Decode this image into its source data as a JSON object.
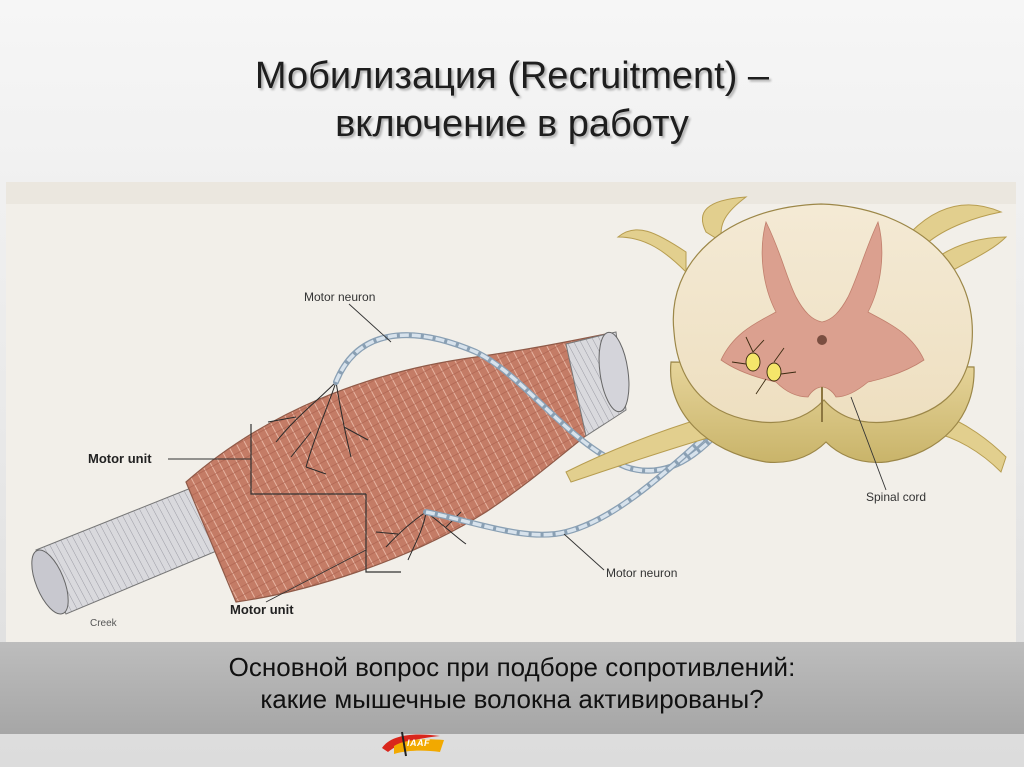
{
  "slide": {
    "title_line1": "Мобилизация (Recruitment) –",
    "title_line2": "включение в работу",
    "caption_line1": "Основной вопрос при подборе сопротивлений:",
    "caption_line2": "какие мышечные волокна активированы?"
  },
  "figure": {
    "labels": {
      "motor_neuron_top": "Motor neuron",
      "motor_unit_left": "Motor unit",
      "motor_unit_bottom": "Motor unit",
      "motor_neuron_bottom": "Motor neuron",
      "spinal_cord": "Spinal cord",
      "credit": "Creek"
    }
  },
  "logo": {
    "text": "IAAF"
  },
  "colors": {
    "muscle": "#c9826b",
    "muscle_light": "#e4b39f",
    "gray_matter": "#dba08f",
    "white_matter": "#f1e4c9",
    "root": "#e2cf8e",
    "nerve": "#c9d6e2",
    "caption_band": "#b0b0b0"
  }
}
